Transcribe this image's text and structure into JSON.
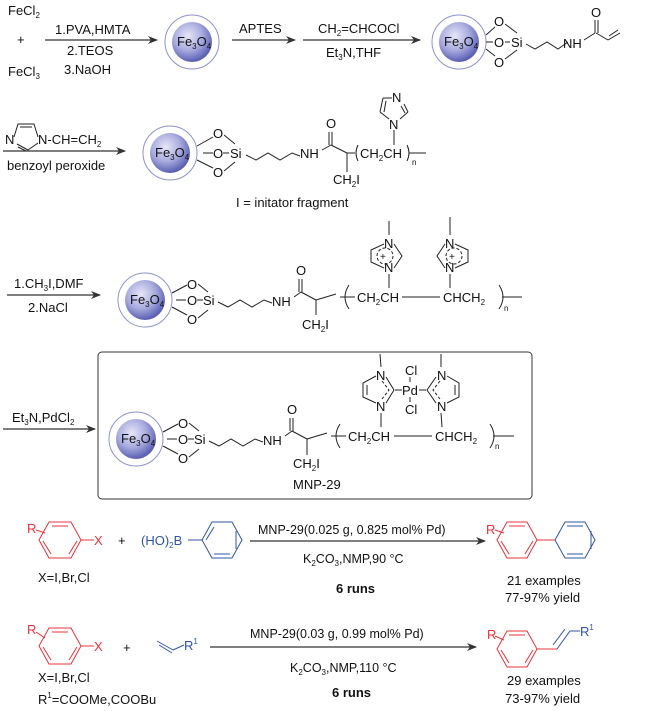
{
  "colors": {
    "sphere_center": "#e6e6f8",
    "sphere_edge": "#5a5fb3",
    "shell": "#8f93cc",
    "aryl_halide": "#e8333a",
    "coupling_partner": "#2f55a4"
  },
  "step1": {
    "reactant_a": "FeCl",
    "reactant_a_sub": "2",
    "plus": "+",
    "reactant_b": "FeCl",
    "reactant_b_sub": "3",
    "conditions": [
      "1.PVA,HMTA",
      "2.TEOS",
      "3.NaOH"
    ]
  },
  "core": {
    "label": "Fe",
    "sub1": "3",
    "mid": "O",
    "sub2": "4"
  },
  "step2": {
    "reagent": "APTES"
  },
  "step3": {
    "reagent_top": "CH",
    "reagent_top_sub": "2",
    "reagent_top_rest": "=CHCOCl",
    "reagent_bottom": "Et",
    "reagent_bottom_sub": "3",
    "reagent_bottom_rest": "N,THF"
  },
  "linker": {
    "o": "O",
    "si": "Si",
    "nh": "NH",
    "carbonyl_o": "O"
  },
  "step4": {
    "reagent_n": "N",
    "reagent_chain": "N-CH=CH",
    "reagent_chain_sub": "2",
    "reagent_bottom": "benzoyl peroxide",
    "note": "I = initator fragment"
  },
  "polymer": {
    "ch2i": "CH",
    "ch2i_sub": "2",
    "ch2i_rest": "I",
    "unit": "CH",
    "unit_sub": "2",
    "unit_rest": "CH",
    "unit2": "CHCH",
    "unit2_sub": "2",
    "n": "n",
    "ring_n": "N",
    "plus": "+"
  },
  "step5": {
    "reagent_top": "1.CH",
    "reagent_top_sub": "3",
    "reagent_top_rest": "I,DMF",
    "reagent_bottom": "2.NaCl"
  },
  "step6": {
    "reagent": "Et",
    "reagent_sub": "3",
    "reagent_rest": "N,PdCl",
    "reagent_sub2": "2",
    "pd": "Pd",
    "cl": "Cl",
    "catalyst_name": "MNP-29"
  },
  "suzuki": {
    "r": "R",
    "x": "X",
    "plus": "+",
    "boronic": "(HO)",
    "boronic_sub": "2",
    "boronic_rest": "B",
    "scope_x": "X=I,Br,Cl",
    "conditions_top": "MNP-29(0.025 g, 0.825 mol% Pd)",
    "conditions_bottom": "K",
    "conditions_bottom_sub": "2",
    "conditions_bottom_mid": "CO",
    "conditions_bottom_sub2": "3",
    "conditions_bottom_rest": ",NMP,90 °C",
    "runs": "6  runs",
    "examples": "21 examples",
    "yield": "77-97% yield"
  },
  "heck": {
    "r": "R",
    "x": "X",
    "plus": "+",
    "r1": "R",
    "r1_sup": "1",
    "scope_x": "X=I,Br,Cl",
    "scope_r1": "R",
    "scope_r1_sup": "1",
    "scope_r1_rest": "=COOMe,COOBu",
    "conditions_top": "MNP-29(0.03 g, 0.99 mol% Pd)",
    "conditions_bottom": "K",
    "conditions_bottom_sub": "2",
    "conditions_bottom_mid": "CO",
    "conditions_bottom_sub2": "3",
    "conditions_bottom_rest": ",NMP,110 °C",
    "runs": "6  runs",
    "examples": "29 examples",
    "yield": "73-97% yield"
  }
}
